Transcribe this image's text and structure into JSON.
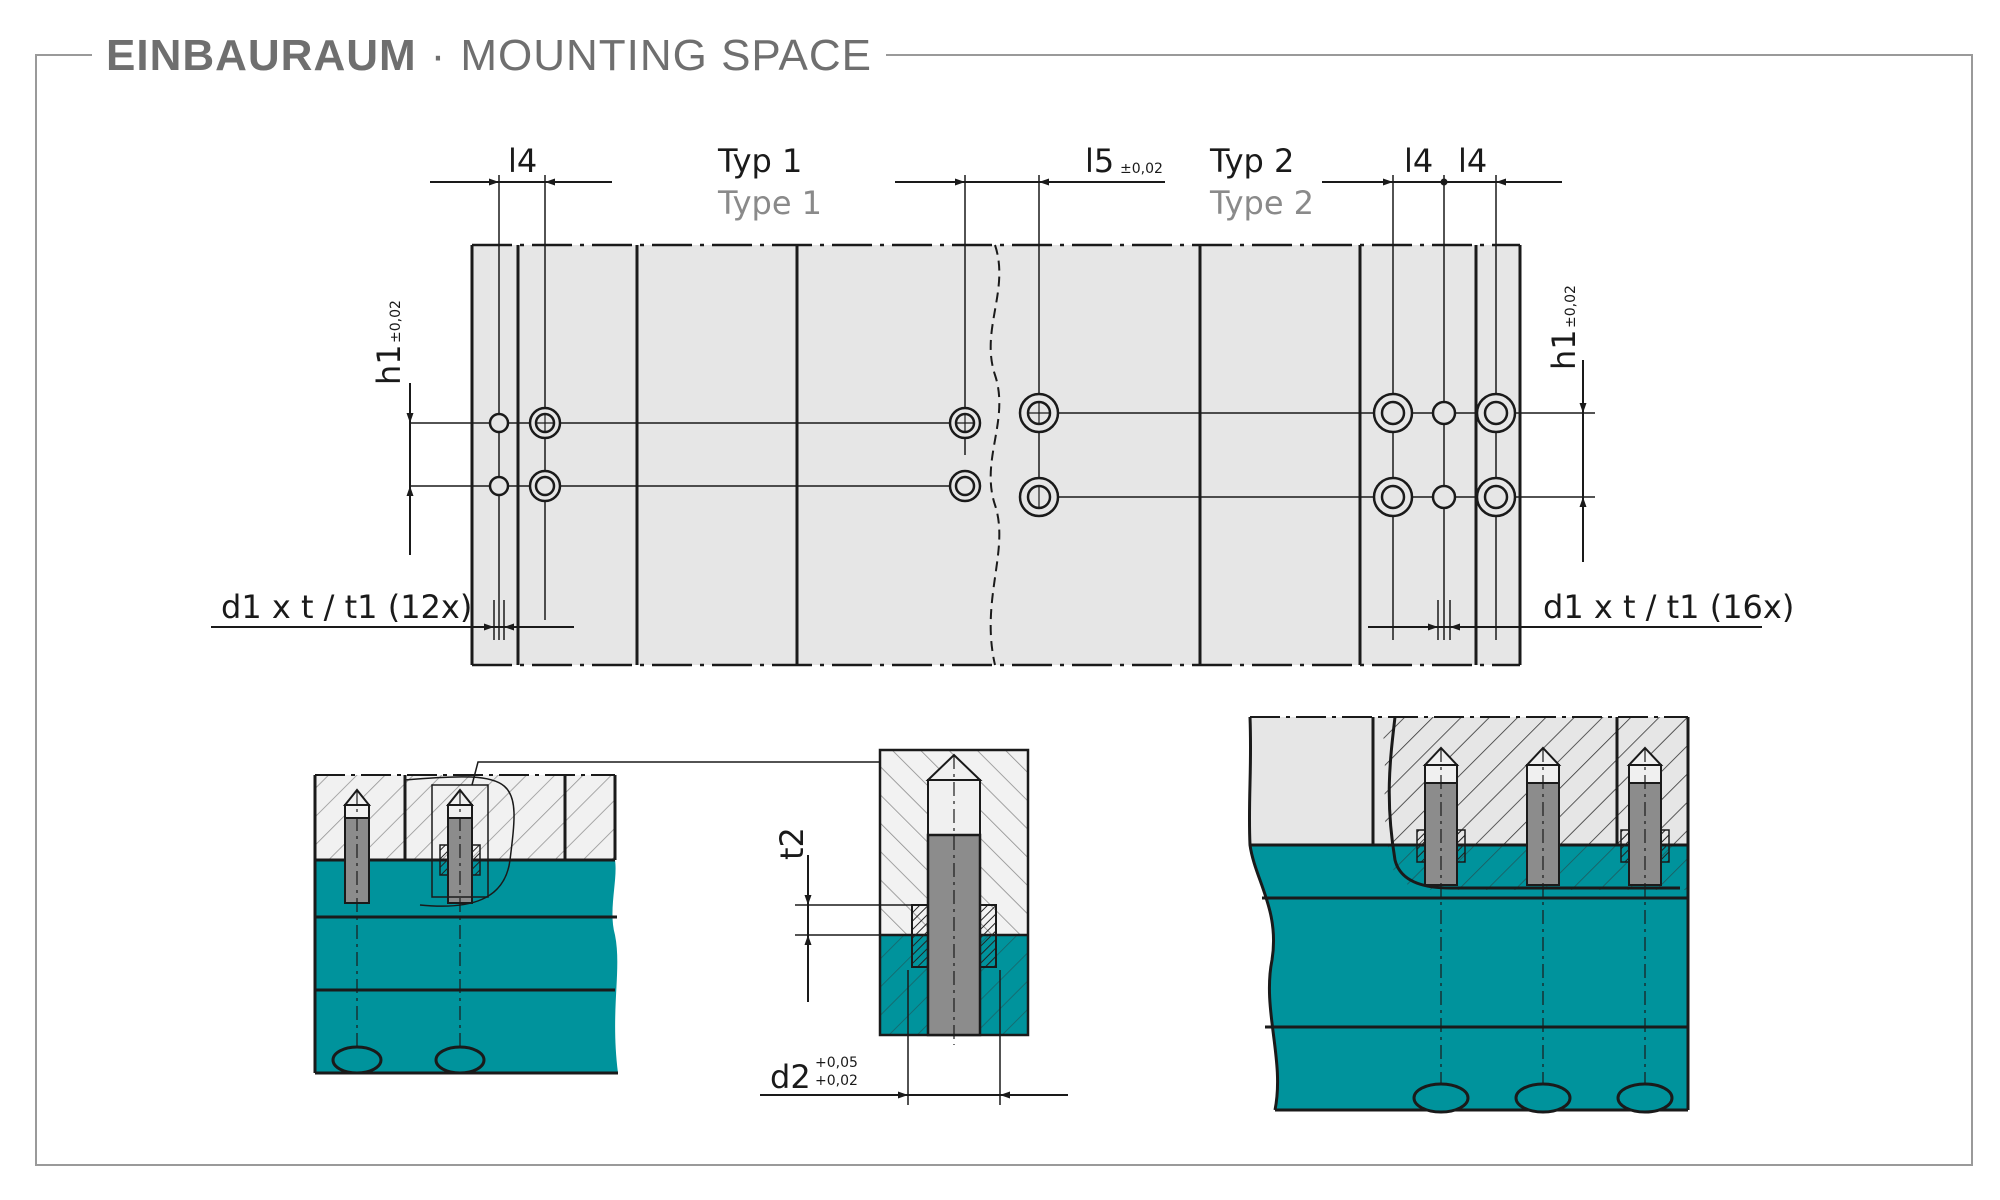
{
  "header": {
    "title_de": "EINBAURAUM",
    "separator": "·",
    "title_en": "MOUNTING SPACE"
  },
  "labels": {
    "l4": "l4",
    "typ1": "Typ 1",
    "type1": "Type 1",
    "l5": "l5",
    "tol_002": "±0,02",
    "typ2": "Typ 2",
    "type2": "Type 2",
    "h1": "h1",
    "d1_12x": "d1 x t / t1 (12x)",
    "d1_16x": "d1 x t / t1 (16x)",
    "t2": "t2",
    "d2": "d2",
    "tol_plus005": "+0,05",
    "tol_plus002": "+0,02"
  },
  "colors": {
    "teal": "#00939c",
    "plate": "#e6e6e6",
    "line": "#1a1a1a",
    "grey_text": "#8a8a8a",
    "frame": "#9a9a9a"
  }
}
